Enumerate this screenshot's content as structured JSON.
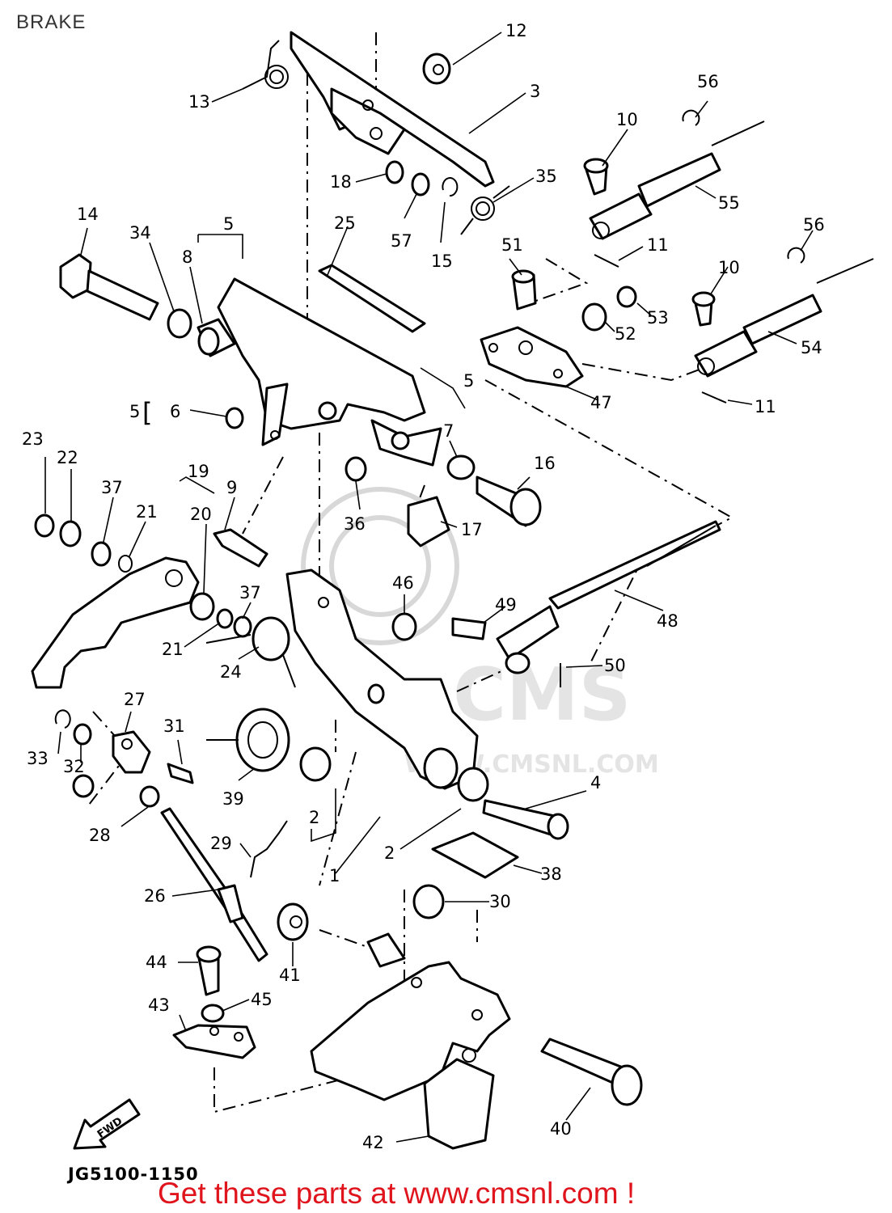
{
  "header": {
    "title": "BRAKE"
  },
  "footer": {
    "diagram_code": "JG5100-1150",
    "promo_text": "Get these parts at www.cmsnl.com !"
  },
  "watermark": {
    "text": "CMS",
    "url": "WWW.CMSNL.COM"
  },
  "fwd_arrow": {
    "text": "FWD"
  },
  "callouts": {
    "c1": "1",
    "c2a": "2",
    "c2b": "2",
    "c3": "3",
    "c4": "4",
    "c5a": "5",
    "c5b": "5",
    "c5c": "5",
    "c6": "6",
    "c7": "7",
    "c8": "8",
    "c9": "9",
    "c10a": "10",
    "c10b": "10",
    "c11a": "11",
    "c11b": "11",
    "c12": "12",
    "c13": "13",
    "c14": "14",
    "c15": "15",
    "c16": "16",
    "c17": "17",
    "c18": "18",
    "c19": "19",
    "c20": "20",
    "c21a": "21",
    "c21b": "21",
    "c22": "22",
    "c23": "23",
    "c24": "24",
    "c25": "25",
    "c26": "26",
    "c27": "27",
    "c28": "28",
    "c29": "29",
    "c30": "30",
    "c31": "31",
    "c32": "32",
    "c33": "33",
    "c34": "34",
    "c35": "35",
    "c36": "36",
    "c37a": "37",
    "c37b": "37",
    "c38": "38",
    "c39": "39",
    "c40": "40",
    "c41": "41",
    "c42": "42",
    "c43": "43",
    "c44": "44",
    "c45": "45",
    "c46": "46",
    "c47": "47",
    "c48": "48",
    "c49": "49",
    "c50": "50",
    "c51": "51",
    "c52": "52",
    "c53": "53",
    "c54": "54",
    "c55": "55",
    "c56a": "56",
    "c56b": "56",
    "c57": "57"
  }
}
